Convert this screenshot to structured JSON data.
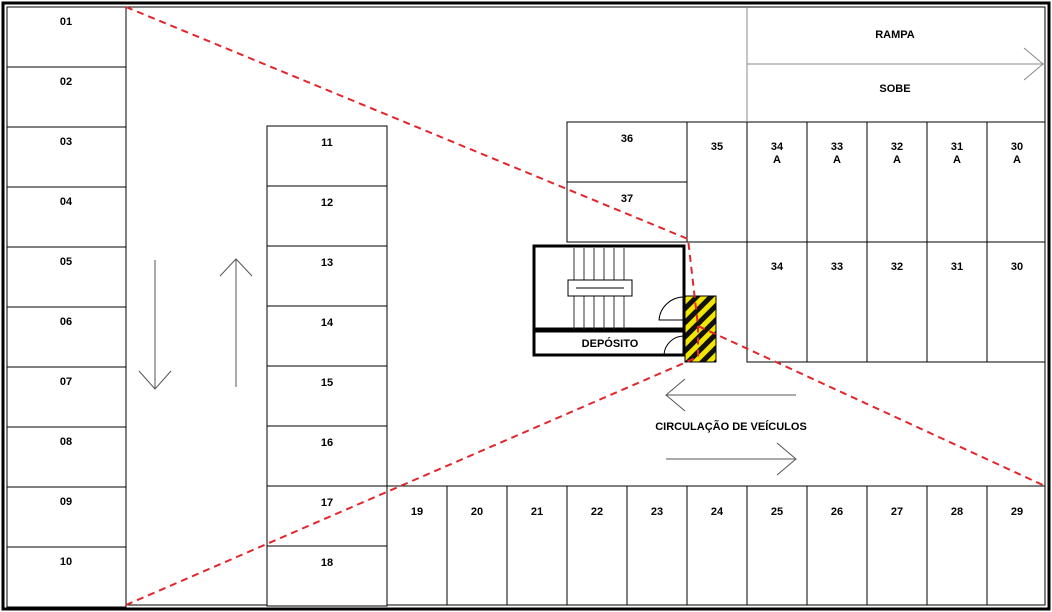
{
  "colors": {
    "line": "#000000",
    "dashed_zone": "#e3262b",
    "hatch_yellow": "#f2e500",
    "hatch_dark": "#111111"
  },
  "left_column": [
    "01",
    "02",
    "03",
    "04",
    "05",
    "06",
    "07",
    "08",
    "09",
    "10"
  ],
  "middle_column": [
    "11",
    "12",
    "13",
    "14",
    "15",
    "16",
    "17",
    "18"
  ],
  "bottom_row": [
    "19",
    "20",
    "21",
    "22",
    "23",
    "24",
    "25",
    "26",
    "27",
    "28",
    "29"
  ],
  "upper_block": {
    "left_cells": [
      "36",
      "37"
    ],
    "cell_35": "35",
    "a_row": [
      "34\nA",
      "33\nA",
      "32\nA",
      "31\nA",
      "30\nA"
    ],
    "lower_row": [
      "34",
      "33",
      "32",
      "31",
      "30"
    ]
  },
  "labels": {
    "ramp": "RAMPA",
    "up": "SOBE",
    "storage": "DEPÓSITO",
    "circulation": "CIRCULAÇÃO DE VEÍCULOS"
  },
  "icons": {
    "down_arrow": "arrow-down-icon",
    "up_arrow": "arrow-up-icon",
    "left_arrow": "arrow-left-icon",
    "right_arrow": "arrow-right-icon",
    "ramp_arrow": "arrow-right-icon",
    "stairs": "stairs-icon",
    "door": "door-swing-icon",
    "hatch": "hazard-hatch-icon"
  }
}
